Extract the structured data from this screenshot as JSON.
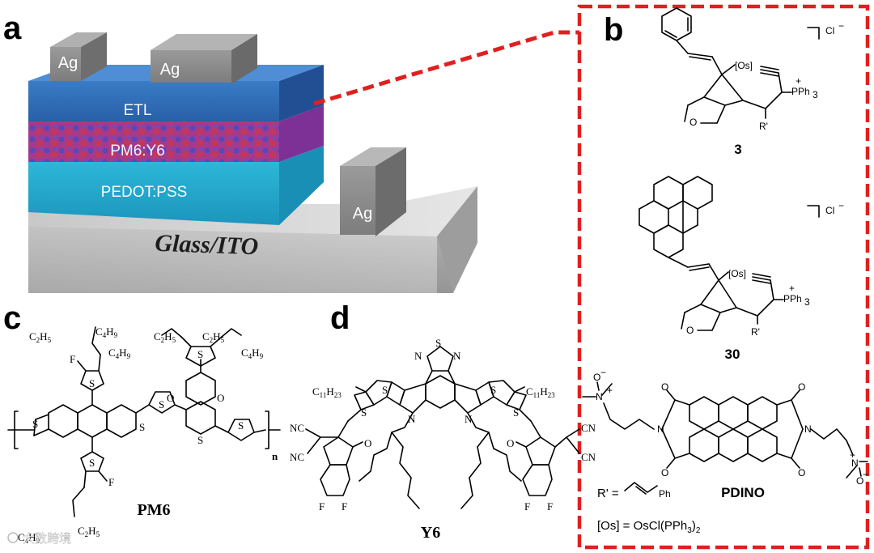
{
  "panels": {
    "a": "a",
    "b": "b",
    "c": "c",
    "d": "d"
  },
  "device": {
    "layers": {
      "etl": "ETL",
      "active": "PM6:Y6",
      "htl": "PEDOT:PSS",
      "substrate": "Glass/ITO"
    },
    "electrodes": [
      "Ag",
      "Ag",
      "Ag"
    ]
  },
  "compounds": {
    "c3": {
      "label": "3",
      "counter_ion": "Cl",
      "charge": "−",
      "metal": "[Os]",
      "ligand": "PPh",
      "ligand_sub": "3",
      "plus": "+",
      "rgroup": "R'",
      "oxygen": "O"
    },
    "c30": {
      "label": "30",
      "counter_ion": "Cl",
      "charge": "−",
      "metal": "[Os]",
      "ligand": "PPh",
      "ligand_sub": "3",
      "plus": "+",
      "rgroup": "R'",
      "oxygen": "O"
    },
    "pdino": {
      "label": "PDINO",
      "n": "N",
      "o": "O",
      "o_minus": "−",
      "n_plus": "+"
    },
    "rdef": {
      "prefix": "R' =",
      "suffix": "Ph"
    },
    "osdef": {
      "text_a": "[Os] = OsCl(PPh",
      "sub": "3",
      "text_b": ")",
      "sub2": "2"
    }
  },
  "pm6": {
    "label": "PM6",
    "c2h5": "C",
    "c2h5_sub1": "2",
    "c2h5_h": "H",
    "c2h5_sub2": "5",
    "c4h9": "C",
    "c4h9_sub1": "4",
    "c4h9_h": "H",
    "c4h9_sub2": "9",
    "s": "S",
    "f": "F",
    "o": "O",
    "n": "n"
  },
  "y6": {
    "label": "Y6",
    "c11": "C",
    "c11_sub1": "11",
    "c11_h": "H",
    "c11_sub2": "23",
    "cn": "CN",
    "nc": "NC",
    "s": "S",
    "n": "N",
    "f": "F",
    "o": "O"
  },
  "watermark": "大数跨境",
  "colors": {
    "highlight_box": "#e02020",
    "etl": "#2f6fb8",
    "active": "#a83b8f",
    "htl": "#20a6c8",
    "electrode": "#8a8a8a"
  }
}
